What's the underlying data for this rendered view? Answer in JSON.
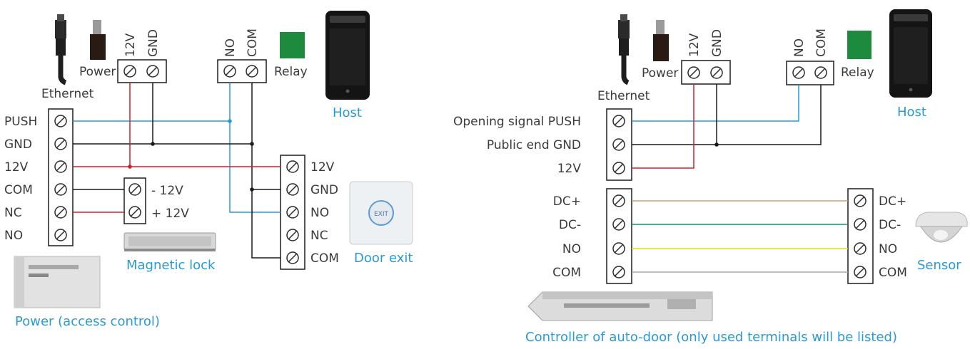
{
  "left": {
    "ethernet_label": "Ethernet",
    "power_label": "Power",
    "power_terminals": [
      "12V",
      "GND"
    ],
    "relay_terminals": [
      "NO",
      "COM"
    ],
    "relay_label": "Relay",
    "host_caption": "Host",
    "main_terminals": [
      "PUSH",
      "GND",
      "12V",
      "COM",
      "NC",
      "NO"
    ],
    "lock_terminals": [
      "- 12V",
      "+ 12V"
    ],
    "lock_caption": "Magnetic lock",
    "exit_terminals": [
      "12V",
      "GND",
      "NO",
      "NC",
      "COM"
    ],
    "exit_button_text": "EXIT",
    "exit_caption": "Door exit",
    "psu_caption": "Power (access control)"
  },
  "right": {
    "ethernet_label": "Ethernet",
    "power_label": "Power",
    "power_terminals": [
      "12V",
      "GND"
    ],
    "relay_terminals": [
      "NO",
      "COM"
    ],
    "relay_label": "Relay",
    "host_caption": "Host",
    "main_terminals": [
      "Opening signal PUSH",
      "Public end GND",
      "12V"
    ],
    "ctrl_terminals": [
      "DC+",
      "DC-",
      "NO",
      "COM"
    ],
    "sensor_terminals": [
      "DC+",
      "DC-",
      "NO",
      "COM"
    ],
    "sensor_caption": "Sensor",
    "controller_caption": "Controller of auto-door (only used terminals will be listed)"
  },
  "colors": {
    "wire_blue": "#2a9ad6",
    "wire_red": "#d0202a",
    "wire_black": "#1a1a1a",
    "wire_tan": "#c9a46a",
    "wire_green": "#2a8a6a",
    "wire_yellow": "#e6d620",
    "wire_gray": "#a8a8a8",
    "relay_green": "#1d8a3e",
    "caption_blue": "#2a9ad6"
  }
}
